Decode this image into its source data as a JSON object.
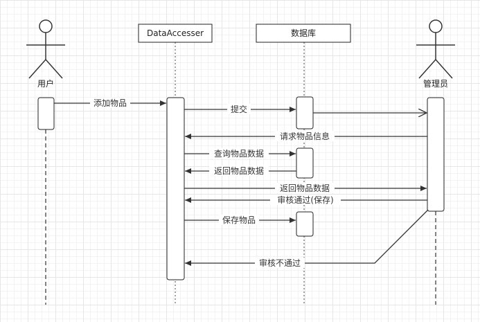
{
  "actors": {
    "user": "用户",
    "admin": "管理员"
  },
  "participants": {
    "accesser": "DataAccesser",
    "database": "数据库"
  },
  "messages": {
    "add_item": "添加物品",
    "submit": "提交",
    "request_info": "请求物品信息",
    "query_data": "查询物品数据",
    "return_data_db": "返回物品数据",
    "return_data_admin": "返回物品数据",
    "review_pass": "审核通过(保存)",
    "save_item": "保存物品",
    "review_fail": "审核不通过"
  },
  "colors": {
    "line": "#333333",
    "box_border": "#222222",
    "box_fill": "#ffffff"
  }
}
